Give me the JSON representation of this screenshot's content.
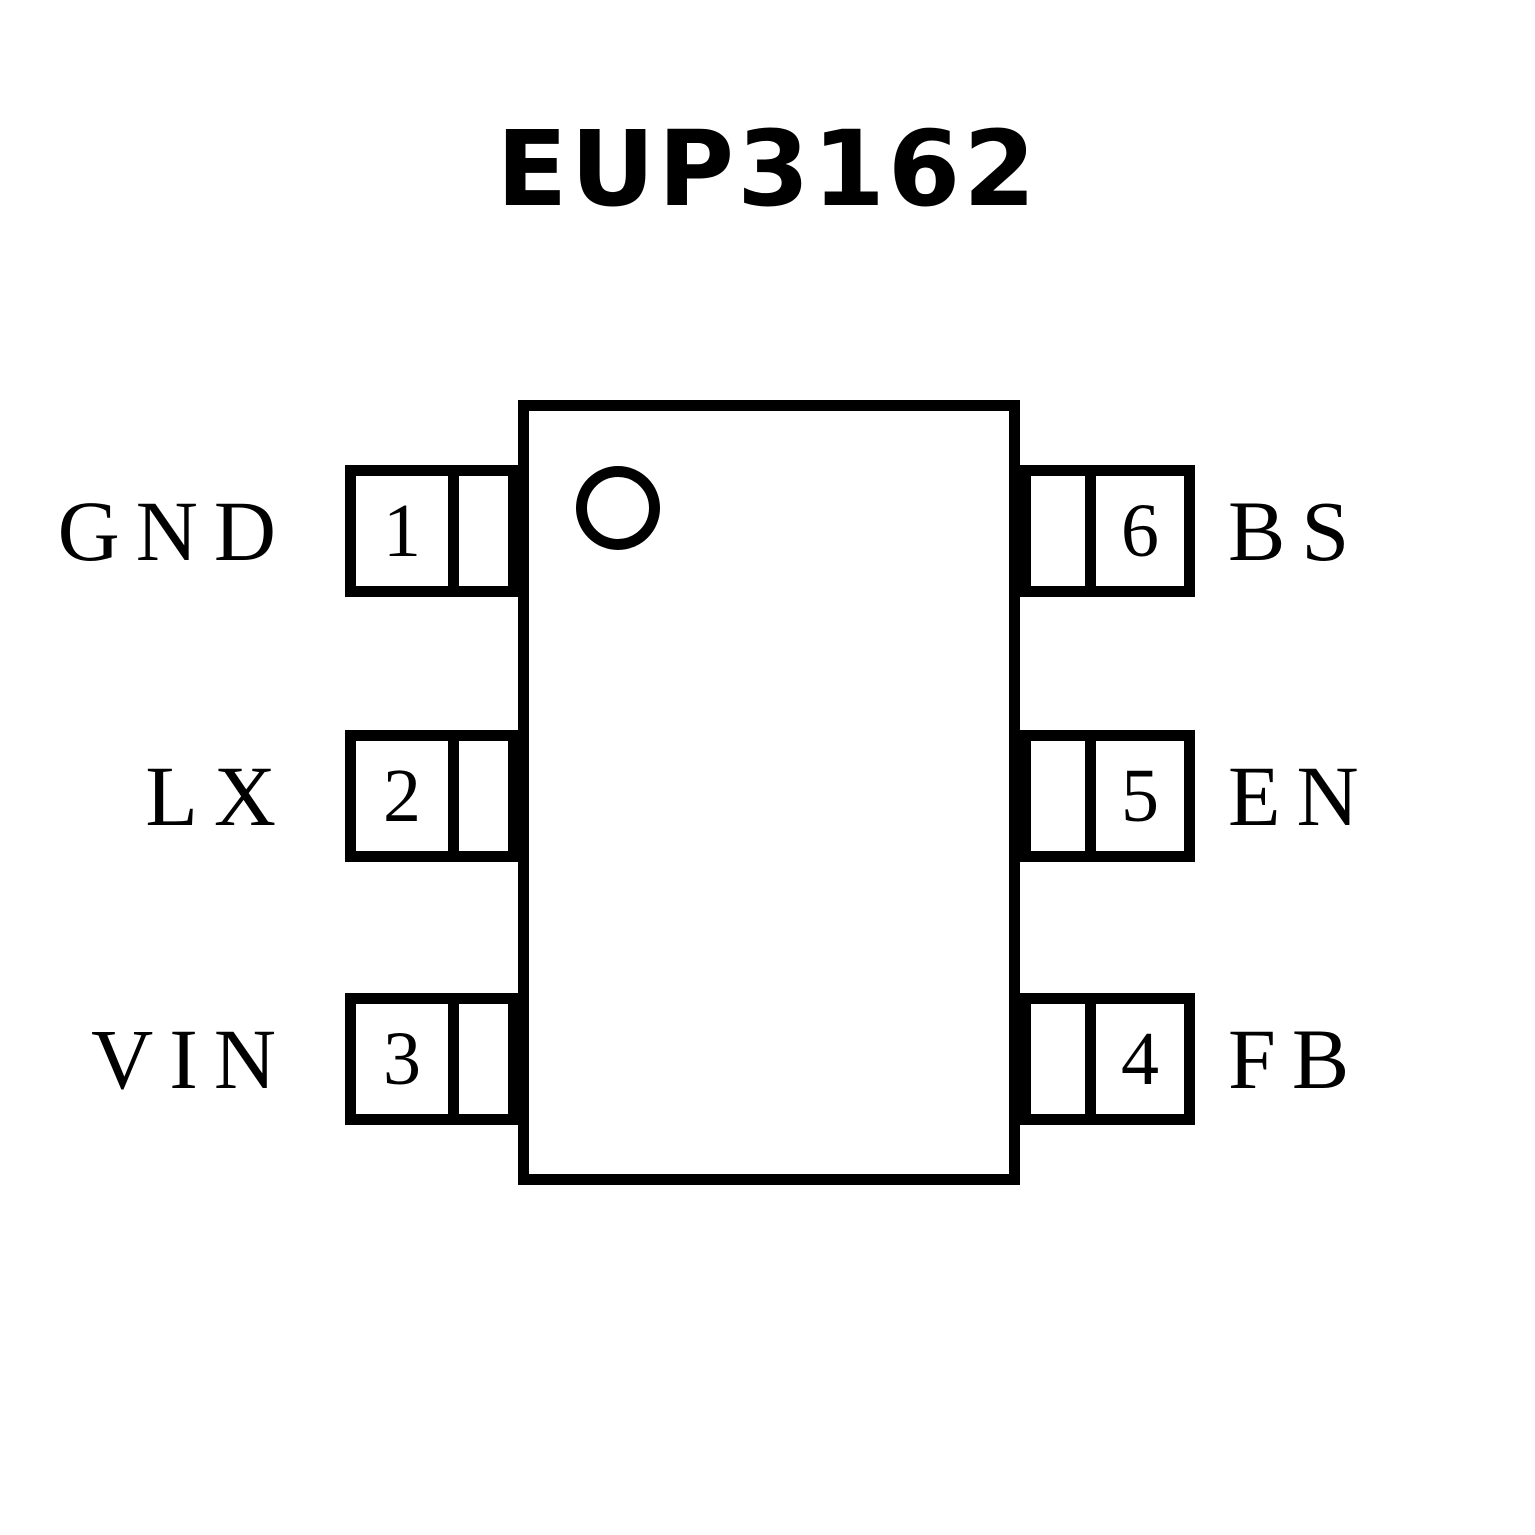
{
  "title": "EUP3162",
  "colors": {
    "line": "#000000",
    "background": "#ffffff"
  },
  "chip": {
    "package_pins": {
      "left": [
        {
          "number": "1",
          "label": "GND"
        },
        {
          "number": "2",
          "label": "LX"
        },
        {
          "number": "3",
          "label": "VIN"
        }
      ],
      "right": [
        {
          "number": "6",
          "label": "BS"
        },
        {
          "number": "5",
          "label": "EN"
        },
        {
          "number": "4",
          "label": "FB"
        }
      ]
    }
  }
}
